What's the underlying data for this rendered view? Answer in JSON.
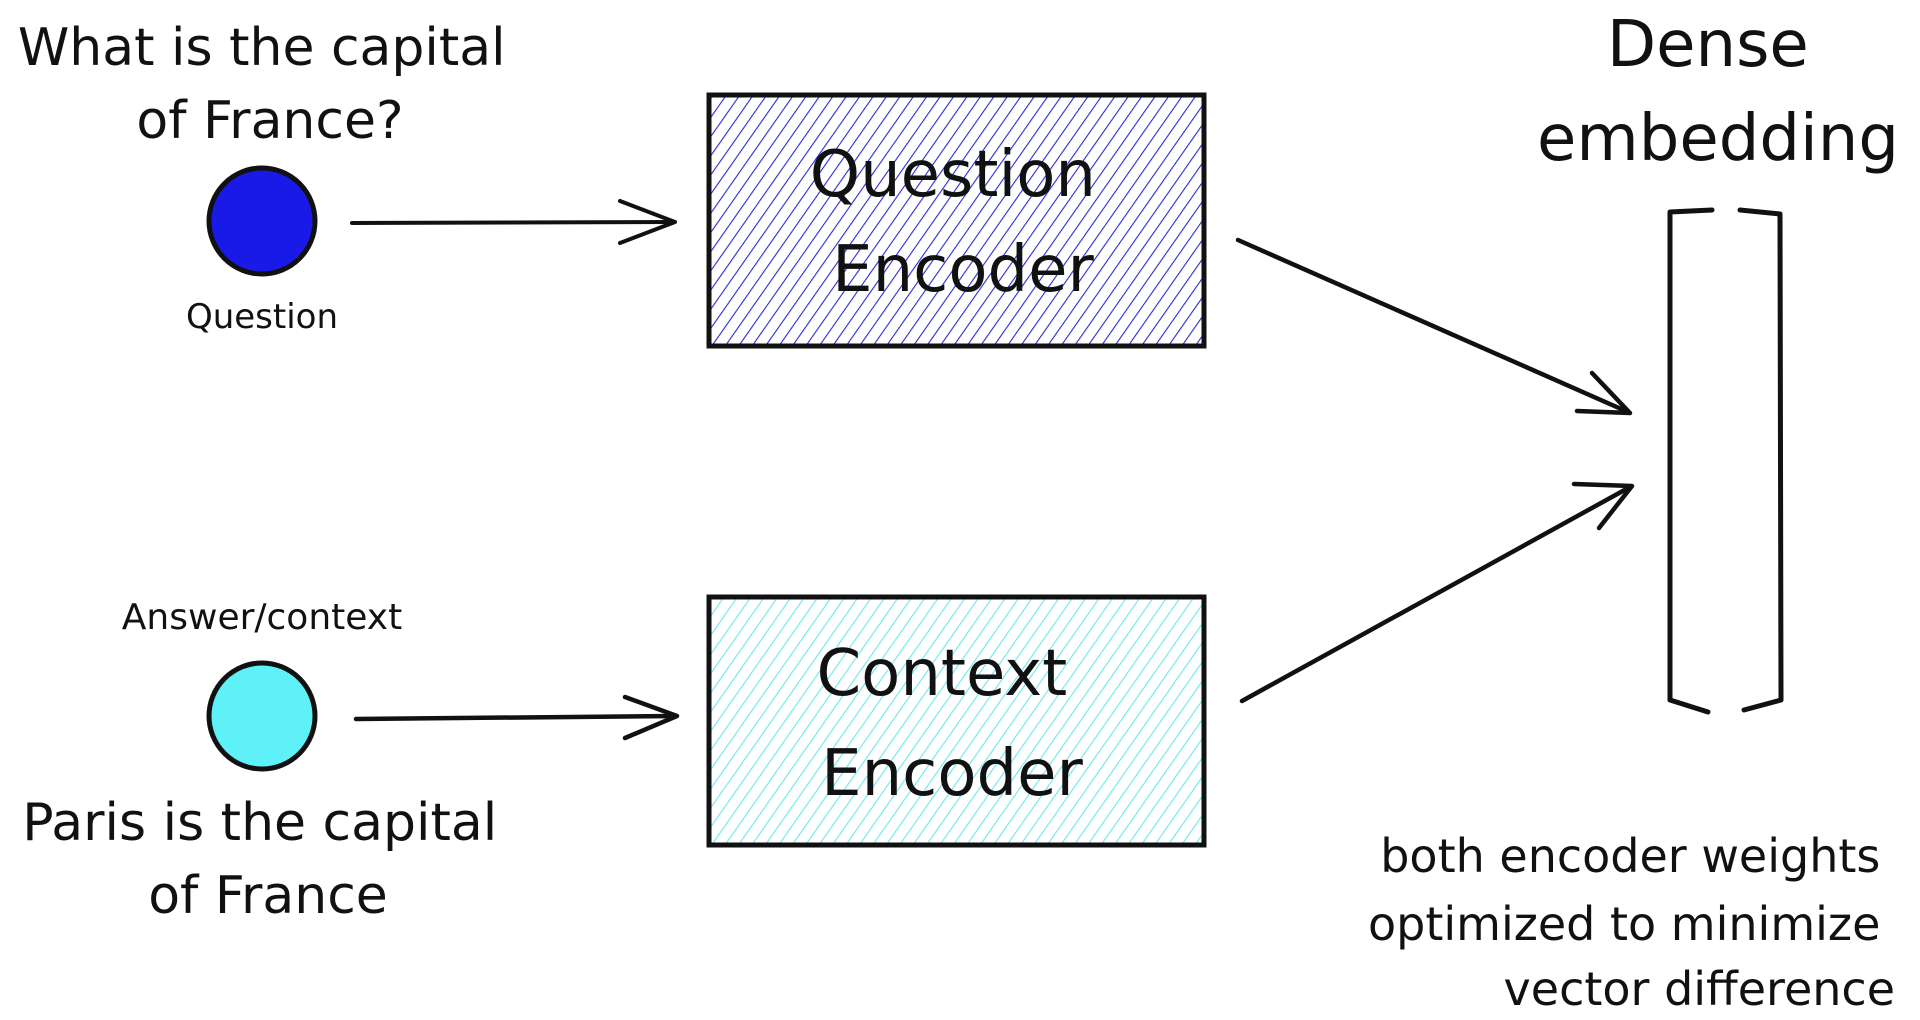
{
  "question": {
    "text_lines": [
      "What is the capital",
      "of France?"
    ],
    "node_label": "Question",
    "node_color": "#1a1ae8"
  },
  "context": {
    "header_label": "Answer/context",
    "text_lines": [
      "Paris is the capital",
      "of France"
    ],
    "node_color": "#5ef2f8"
  },
  "question_encoder": {
    "lines": [
      "Question",
      "Encoder"
    ],
    "hatch_color": "#2a2ad6"
  },
  "context_encoder": {
    "lines": [
      "Context",
      "Encoder"
    ],
    "hatch_color": "#6be6ef"
  },
  "embedding": {
    "title_lines": [
      "Dense",
      "embedding"
    ]
  },
  "note": {
    "lines": [
      "both encoder weights",
      "optimized to minimize",
      "vector difference"
    ]
  }
}
